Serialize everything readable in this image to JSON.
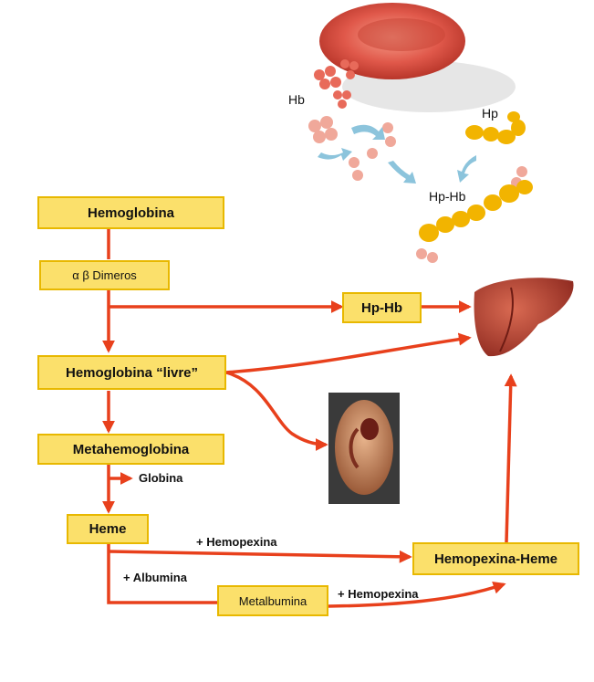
{
  "boxes": {
    "hemoglobina": "Hemoglobina",
    "dimeros": "α β Dimeros",
    "hp_hb": "Hp-Hb",
    "hemoglobina_livre": "Hemoglobina “livre”",
    "metahemoglobina": "Metahemoglobina",
    "heme": "Heme",
    "hemopexina_heme": "Hemopexina-Heme",
    "metalbumina": "Metalbumina"
  },
  "edge_labels": {
    "globina": "Globina",
    "hemopexina_top": "+ Hemopexina",
    "albumina": "+ Albumina",
    "hemopexina_bottom": "+ Hemopexina"
  },
  "illustration_labels": {
    "hb": "Hb",
    "hp": "Hp",
    "hp_hb": "Hp-Hb"
  },
  "colors": {
    "arrow": "#e8401c",
    "box_fill": "#fbe06b",
    "box_border": "#e8b800",
    "rbc": "#e0584a",
    "haptoglobin": "#f2b400",
    "liver": "#b83a2c",
    "kidney": "#c98a5e"
  },
  "icons": [
    "red-blood-cell-icon",
    "liver-icon",
    "kidney-icon"
  ]
}
